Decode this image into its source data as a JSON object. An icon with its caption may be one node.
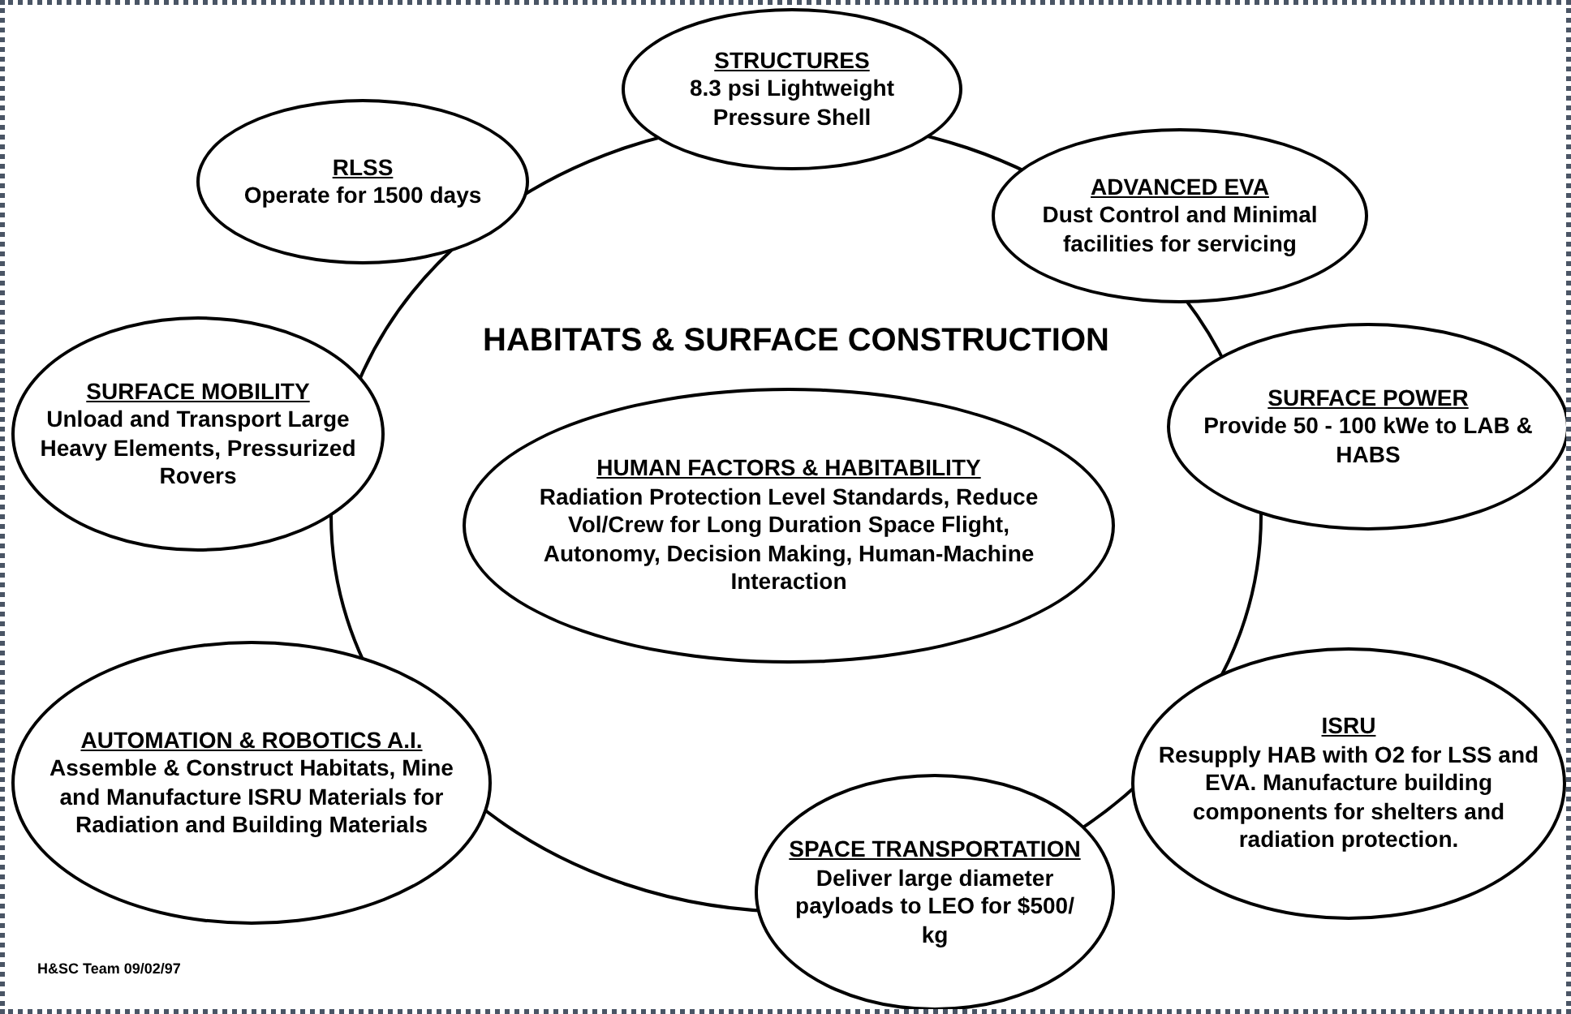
{
  "diagram": {
    "nodes": [
      {
        "text": [
          "HABITATS & SURFACE CONSTRUCTION"
        ]
      },
      {
        "text": [
          "STRUCTURES",
          "8.3 psi Lightweight Pressure Shell"
        ]
      },
      {
        "text": [
          "RLSS",
          "Operate for 1500 days"
        ]
      },
      {
        "text": [
          "ADVANCED EVA",
          "Dust Control and Minimal facilities for servicing"
        ]
      },
      {
        "text": [
          "SURFACE MOBILITY",
          "Unload and Transport Large Heavy Elements, Pressurized Rovers"
        ]
      },
      {
        "text": [
          "HUMAN FACTORS & HABITABILITY",
          "Radiation Protection Level Standards, Reduce Vol/Crew for Long Duration Space Flight, Autonomy, Decision Making, Human-Machine Interaction"
        ],
        "in": 0
      },
      {
        "text": [
          "SURFACE POWER",
          "Provide 50 - 100 kWe to LAB & HABS"
        ]
      },
      {
        "text": [
          "AUTOMATION & ROBOTICS A.I.",
          "Assemble & Construct Habitats, Mine and Manufacture ISRU Materials for Radiation and Building Materials"
        ]
      },
      {
        "text": [
          "SPACE TRANSPORTATION",
          "Deliver large diameter payloads to LEO for $500/ kg"
        ]
      },
      {
        "text": [
          "ISRU",
          "Resupply HAB with O2 for LSS and EVA. Manufacture building components for shelters and radiation protection."
        ]
      }
    ],
    "labels": [
      "H&SC Team 09/02/97"
    ]
  }
}
